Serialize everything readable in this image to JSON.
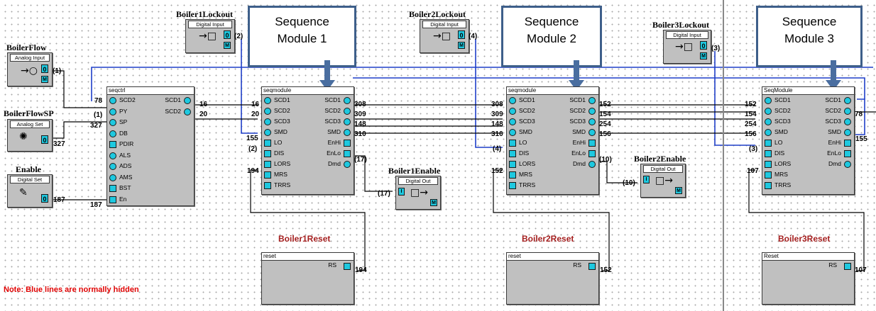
{
  "labels": {
    "boiler_flow": "BoilerFlow",
    "boiler_flow_sp": "BoilerFlowSP",
    "enable": "Enable",
    "boiler1_lockout": "Boiler1Lockout",
    "boiler2_lockout": "Boiler2Lockout",
    "boiler3_lockout": "Boiler3Lockout",
    "boiler1_enable": "Boiler1Enable",
    "boiler2_enable": "Boiler2Enable",
    "boiler1_reset": "Boiler1Reset",
    "boiler2_reset": "Boiler2Reset",
    "boiler3_reset": "Boiler3Reset"
  },
  "small_blocks": {
    "analog_input": "Analog Input",
    "analog_set": "Analog Set",
    "digital_set": "Digital Set",
    "digital_input": "Digital Input",
    "digital_out": "Digital Out",
    "zero": "0",
    "m": "M",
    "i": "I"
  },
  "callouts": [
    {
      "line1": "Sequence",
      "line2": "Module 1"
    },
    {
      "line1": "Sequence",
      "line2": "Module 2"
    },
    {
      "line1": "Sequence",
      "line2": "Module 3"
    }
  ],
  "seqctrl": {
    "title": "seqctrl",
    "inputs": [
      "SCD2",
      "PY",
      "SP",
      "DB",
      "PDIR",
      "ALS",
      "ADS",
      "AMS",
      "BST",
      "En"
    ],
    "outputs": [
      "SCD1",
      "SCD2"
    ]
  },
  "seqmodules": [
    {
      "title": "seqmodule",
      "inputs": [
        "SCD1",
        "SCD2",
        "SCD3",
        "SMD",
        "LO",
        "DIS",
        "LORS",
        "MRS",
        "TRRS"
      ],
      "outputs": [
        "SCD1",
        "SCD2",
        "SCD3",
        "SMD",
        "EnHi",
        "EnLo",
        "Dmd"
      ]
    },
    {
      "title": "seqmodule",
      "inputs": [
        "SCD1",
        "SCD2",
        "SCD3",
        "SMD",
        "LO",
        "DIS",
        "LORS",
        "MRS",
        "TRRS"
      ],
      "outputs": [
        "SCD1",
        "SCD2",
        "SCD3",
        "SMD",
        "EnHi",
        "EnLo",
        "Dmd"
      ]
    },
    {
      "title": "SeqModule",
      "inputs": [
        "SCD1",
        "SCD2",
        "SCD3",
        "SMD",
        "LO",
        "DIS",
        "LORS",
        "MRS",
        "TRRS"
      ],
      "outputs": [
        "SCD1",
        "SCD2",
        "SCD3",
        "SMD",
        "EnHi",
        "EnLo",
        "Dmd"
      ]
    }
  ],
  "resets": [
    {
      "title": "reset",
      "pin": "RS"
    },
    {
      "title": "reset",
      "pin": "RS"
    },
    {
      "title": "Reset",
      "pin": "RS"
    }
  ],
  "wire_numbers": {
    "n1": "(1)",
    "n1b": "(1)",
    "n78a": "78",
    "n327a": "327",
    "n327b": "327",
    "n187a": "187",
    "n187b": "187",
    "n16a": "16",
    "n20a": "20",
    "n16b": "16",
    "n20b": "20",
    "n2": "(2)",
    "n2b": "(2)",
    "n155a": "155",
    "n194a": "194",
    "n194b": "194",
    "n308a": "308",
    "n309a": "309",
    "n148a": "148",
    "n310a": "310",
    "n17a": "(17)",
    "n17b": "(17)",
    "n308b": "308",
    "n309b": "309",
    "n148b": "148",
    "n310b": "310",
    "n4": "(4)",
    "n4b": "(4)",
    "n152a": "152",
    "n152b": "152",
    "n152c": "152",
    "n154a": "154",
    "n254a": "254",
    "n156a": "156",
    "n10a": "(10)",
    "n10b": "(10)",
    "n152d": "152",
    "n154b": "154",
    "n254b": "254",
    "n156b": "156",
    "n3": "(3)",
    "n3b": "(3)",
    "n107a": "107",
    "n107b": "107",
    "n78b": "78",
    "n155b": "155"
  },
  "note": "Note: Blue lines are normally hidden",
  "colors": {
    "wire": "#000000",
    "hidden_wire": "#1f3fc8",
    "pin_fill": "#1ec8df",
    "block": "#c0c0c0",
    "callout_border": "#3e5f8a",
    "note": "#e00000",
    "reset_label": "#a51f1f"
  }
}
